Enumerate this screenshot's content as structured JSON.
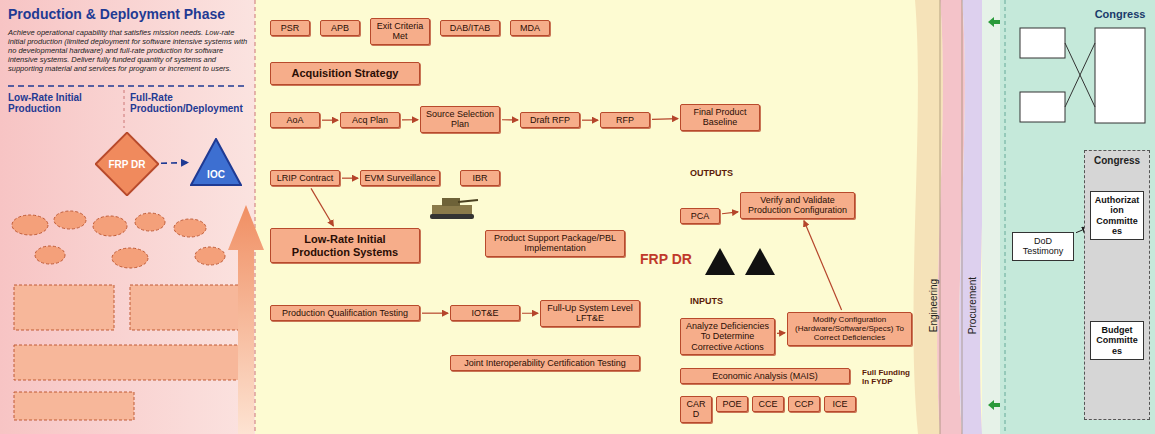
{
  "diagram": {
    "title": "Production & Deployment Phase",
    "nodes": [
      {
        "text": [
          "FRP DR"
        ]
      },
      {
        "text": [
          "IOC"
        ]
      },
      {
        "text": [
          "PSR"
        ]
      },
      {
        "text": [
          "APB"
        ]
      },
      {
        "text": [
          "Exit Criteria Met"
        ]
      },
      {
        "text": [
          "DAB/ITAB"
        ]
      },
      {
        "text": [
          "MDA"
        ]
      },
      {
        "text": [
          "Acquisition Strategy"
        ]
      },
      {
        "text": [
          "AoA"
        ]
      },
      {
        "text": [
          "Acq Plan"
        ]
      },
      {
        "text": [
          "Source Selection Plan"
        ]
      },
      {
        "text": [
          "Draft RFP"
        ]
      },
      {
        "text": [
          "RFP"
        ]
      },
      {
        "text": [
          "Final Product Baseline"
        ]
      },
      {
        "text": [
          "LRIP Contract"
        ]
      },
      {
        "text": [
          "EVM Surveillance"
        ]
      },
      {
        "text": [
          "IBR"
        ]
      },
      {
        "text": [
          "Low-Rate Initial Production Systems"
        ]
      },
      {
        "text": [
          "Product Support Package/PBL Implementation"
        ]
      },
      {
        "text": [
          "Production Qualification Testing"
        ]
      },
      {
        "text": [
          "IOT&E"
        ]
      },
      {
        "text": [
          "Full-Up System Level LFT&E"
        ]
      },
      {
        "text": [
          "Joint Interoperability Certification Testing"
        ]
      },
      {
        "text": [
          "PCA"
        ]
      },
      {
        "text": [
          "Verify and Validate Production Configuration"
        ]
      },
      {
        "text": [
          "Analyze Deficiencies To Determine Corrective Actions"
        ]
      },
      {
        "text": [
          "Modify Configuration (Hardware/Software/Specs) To Correct Deficiencies"
        ]
      },
      {
        "text": [
          "Economic Analysis (MAIS)"
        ]
      },
      {
        "text": [
          "CARD"
        ]
      },
      {
        "text": [
          "POE"
        ]
      },
      {
        "text": [
          "CCE"
        ]
      },
      {
        "text": [
          "CCP"
        ]
      },
      {
        "text": [
          "ICE"
        ]
      },
      {
        "text": [
          "DoD Testimony"
        ]
      },
      {
        "text": [
          "Congress"
        ]
      },
      {
        "text": [
          "Authorization Committees"
        ],
        "in": 34
      },
      {
        "text": [
          "Budget Committees"
        ],
        "in": 34
      }
    ],
    "edges": [
      {
        "from": 0,
        "to": 1,
        "arrow": "to"
      },
      {
        "from": 8,
        "to": 9,
        "arrow": "to"
      },
      {
        "from": 9,
        "to": 10,
        "arrow": "to"
      },
      {
        "from": 10,
        "to": 11,
        "arrow": "to"
      },
      {
        "from": 11,
        "to": 12,
        "arrow": "to"
      },
      {
        "from": 12,
        "to": 13,
        "arrow": "to"
      },
      {
        "from": 14,
        "to": 15,
        "arrow": "to"
      },
      {
        "from": 14,
        "to": 17,
        "arrow": "to"
      },
      {
        "from": 19,
        "to": 20,
        "arrow": "to"
      },
      {
        "from": 20,
        "to": 21,
        "arrow": "to"
      },
      {
        "from": 23,
        "to": 24,
        "arrow": "to"
      },
      {
        "from": 25,
        "to": 26,
        "arrow": "to"
      },
      {
        "from": 26,
        "to": 24,
        "arrow": "to"
      },
      {
        "from": 33,
        "to": 35,
        "arrow": "to"
      },
      {
        "from": 36,
        "to": 35,
        "arrow": "to"
      }
    ],
    "labels": [
      "Achieve operational capability that satisfies mission needs. Low-rate initial production (limited deployment for software intensive systems with no developmental hardware) and full-rate production for software intensive systems. Deliver fully funded quantity of systems and supporting material and services for program or increment to users.",
      "Low-Rate Initial Production",
      "Full-Rate Production/Deployment",
      "FRP DR",
      "OUTPUTS",
      "INPUTS",
      "Full Funding In FYDP",
      "Engineering",
      "Procurement",
      "Congress"
    ]
  }
}
